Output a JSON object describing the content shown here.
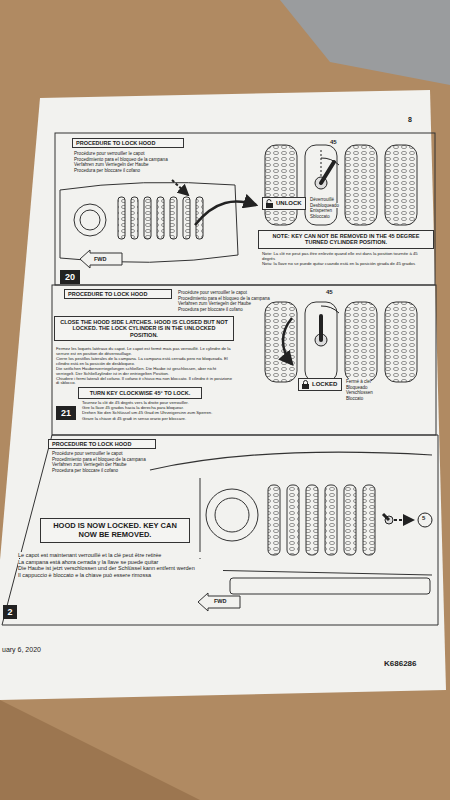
{
  "diagram": {
    "nodes": [
      {
        "text": [
          "PROCEDURE TO LOCK HOOD"
        ]
      },
      {
        "text": [
          "UNLOCK"
        ]
      },
      {
        "text": [
          "NOTE: KEY CAN NOT BE REMOVED IN THE 45 DEGREE TURNED CYLINDER POSITION."
        ]
      },
      {
        "text": [
          "20"
        ]
      },
      {
        "text": [
          "PROCEDURE TO LOCK HOOD"
        ]
      },
      {
        "text": [
          "CLOSE THE HOOD SIDE LATCHES. HOOD IS CLOSED BUT NOT LOCKED. THE LOCK CYLINDER IS IN THE UNLOCKED POSITION."
        ]
      },
      {
        "text": [
          "TURN KEY CLOCKWISE 45° TO LOCK."
        ]
      },
      {
        "text": [
          "LOCKED"
        ]
      },
      {
        "text": [
          "21"
        ]
      },
      {
        "text": [
          "PROCEDURE TO LOCK HOOD"
        ]
      },
      {
        "text": [
          "HOOD IS NOW LOCKED. KEY CAN NOW BE REMOVED."
        ]
      },
      {
        "text": [
          "2"
        ]
      }
    ],
    "labels": [
      "8",
      "Procédure pour verrouiller le capot",
      "Procedimiento para el bloqueo de la campana",
      "Verfahren zum Verriegeln der Haube",
      "Procedura per bloccare il cofano",
      "45",
      "Déverrouillé",
      "Desbloqueado",
      "Entsperren",
      "Sbloccato",
      "FWD",
      "Note: La clé ne peut pas être enlevée quand elle est dans la position tournée à 45 degrés",
      "Nota: la llave no se puede quitar cuando está en la posición girada de 45 grados",
      "Procédure pour verrouiller le capot",
      "Procedimiento para el bloqueo de la campana",
      "Verfahren zum Verriegeln der Haube",
      "Procedura per bloccare il cofano",
      "45",
      "Fermez les loquets latéraux du capot. Le capot est fermé mais pas verrouillé. Le cylindre de la serrure est en position de déverrouillage.",
      "Cierre los pestillos laterales de la campana. La campana está cerrada pero no bloqueada. El cilindro está en la posición de desbloqueo.",
      "Die seitlichen Haubenverriegelungen schließen. Die Haube ist geschlossen, aber nicht verriegelt. Der Schließzylinder ist in der entriegelten Position.",
      "Chiudere i fermi laterali del cofano. Il cofano è chiuso ma non bloccato. Il cilindro è in posizione di sblocco.",
      "Tournez la clé de 45 degrés vers la droite pour verrouiller.",
      "Gire la llave 45 grados hacia la derecha para bloquear.",
      "Drehen Sie den Schlüssel um 45 Grad im Uhrzeigersinn zum Sperren.",
      "Girare la chiave di 45 gradi in senso orario per bloccare.",
      "Fermé à clef",
      "Bloqueado",
      "Verschlossen",
      "Bloccato",
      "Procédure pour verrouiller le capot",
      "Procedimiento para el bloqueo de la campana",
      "Verfahren zum Verriegeln der Haube",
      "Procedura per bloccare il cofano",
      "5",
      "Le capot est maintenant verrouillé et la clé peut être retirée",
      "La campana está ahora cerrada y la llave se puede quitar",
      "Die Haube ist jetzt verschlossen und der Schlüssel kann entfernt werden",
      "Il cappuccio è bloccato e la chiave può essere rimossa",
      "FWD",
      "uary 6, 2020",
      "K686286"
    ]
  }
}
